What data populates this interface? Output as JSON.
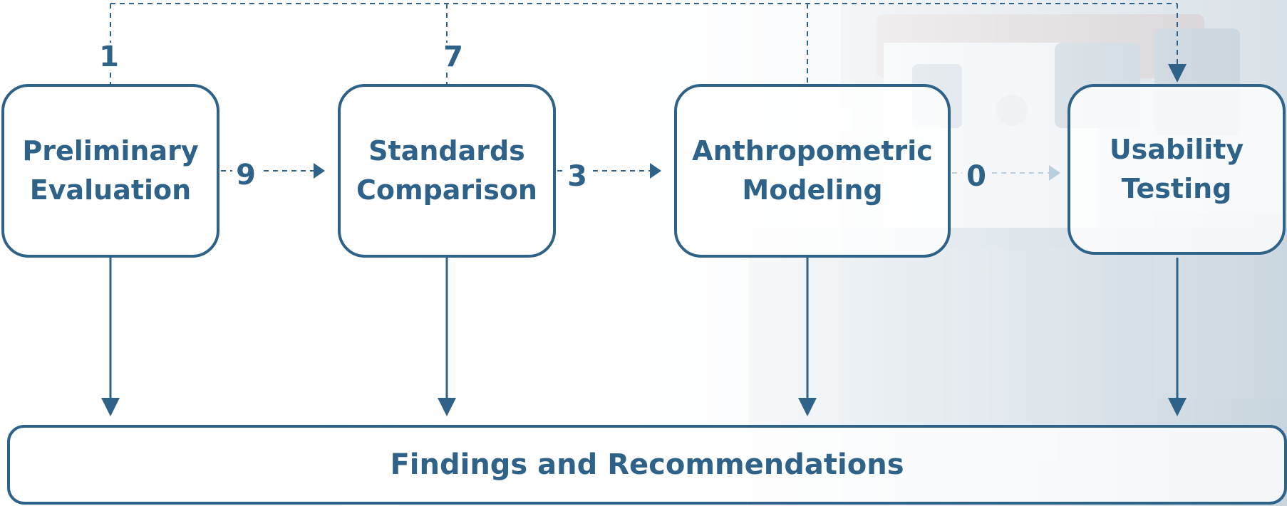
{
  "stages": [
    {
      "label": "Preliminary\nEvaluation"
    },
    {
      "label": "Standards\nComparison"
    },
    {
      "label": "Anthropometric\nModeling"
    },
    {
      "label": "Usability\nTesting"
    }
  ],
  "outcome": {
    "label": "Findings and Recommendations"
  },
  "top_counts": [
    "1",
    "7"
  ],
  "between_counts": [
    "9",
    "3",
    "0"
  ],
  "colors": {
    "primary": "#2e6288",
    "faded_arrow": "#b9cfdf"
  }
}
